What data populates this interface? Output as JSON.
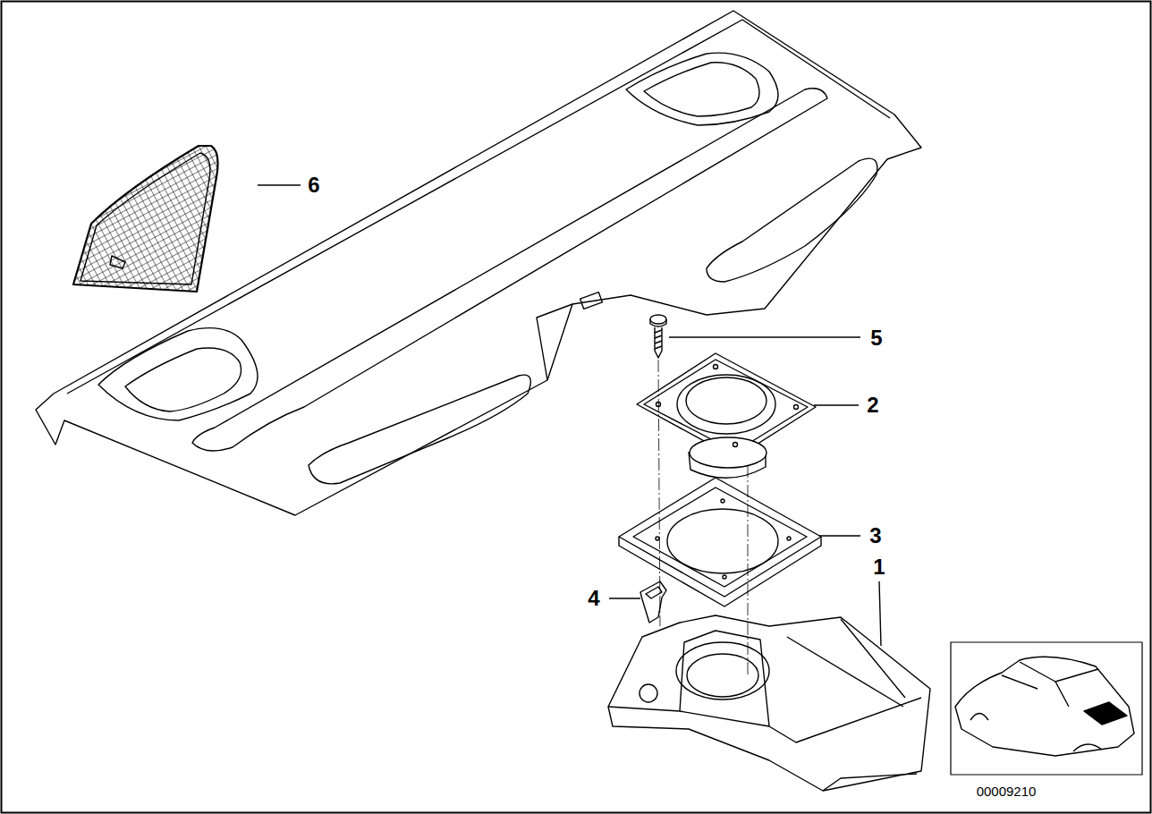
{
  "diagram": {
    "labels": [
      "6",
      "5",
      "2",
      "3",
      "1",
      "4",
      "00009210"
    ]
  }
}
